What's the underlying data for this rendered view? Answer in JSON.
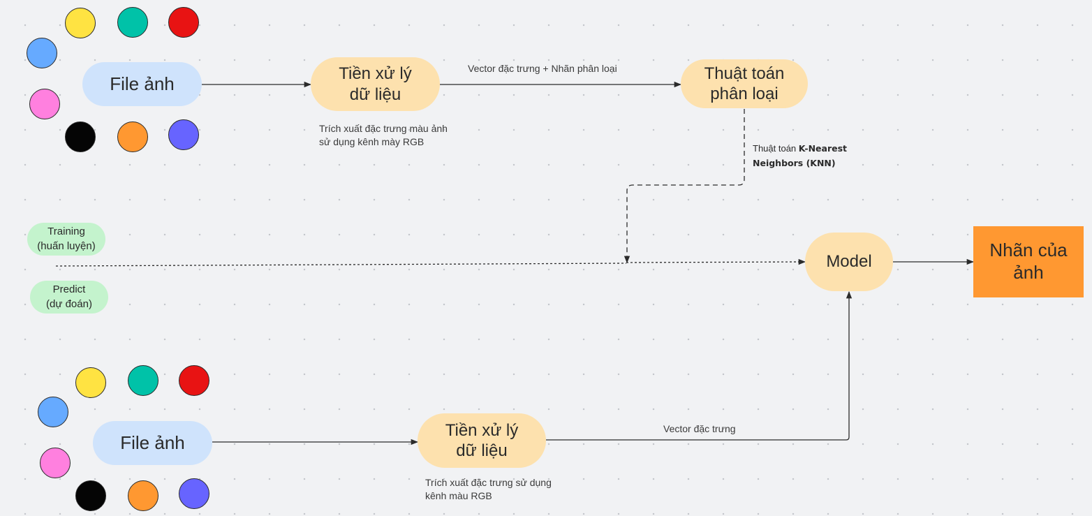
{
  "nodes": {
    "file_top": "File ảnh",
    "preprocess_top": "Tiền xử lý\ndữ liệu",
    "classifier": "Thuật toán\nphân loại",
    "training": "Training\n(huấn luyện)",
    "predict": "Predict\n(dự đoán)",
    "model": "Model",
    "label_out": "Nhãn của\nảnh",
    "file_bottom": "File ảnh",
    "preprocess_bottom": "Tiền xử lý\ndữ liệu"
  },
  "edges": {
    "vector_label": "Vector đặc trưng + Nhãn phân loại",
    "vector_bottom": "Vector đặc trưng",
    "knn_prefix": "Thuật toán ",
    "knn_bold_1": "K-Nearest",
    "knn_bold_2": "Neighbors (KNN)"
  },
  "captions": {
    "top": "Trích xuất đặc trưng màu ảnh\nsử dụng kênh mày RGB",
    "bottom": "Trích xuất đặc trưng sử dụng\nkênh màu RGB"
  },
  "palette": {
    "yellow": "#ffe342",
    "teal": "#00c2a8",
    "red": "#e81313",
    "blue": "#66aaff",
    "pink": "#ff80df",
    "black": "#050505",
    "orange": "#ff9831",
    "violet": "#6764ff"
  }
}
